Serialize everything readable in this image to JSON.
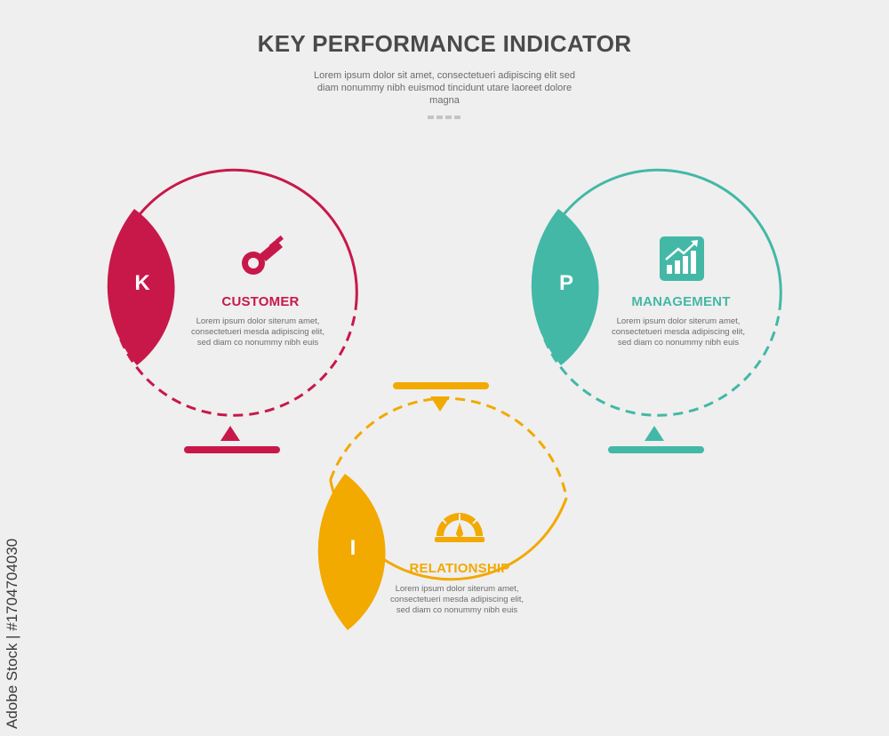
{
  "header": {
    "title": "KEY PERFORMANCE INDICATOR",
    "subtitle": "Lorem ipsum dolor sit amet, consectetueri adipiscing elit sed diam nonummy nibh euismod tincidunt utare laoreet dolore magna"
  },
  "colors": {
    "customer": "#c8184a",
    "management": "#43b8a6",
    "relationship": "#f2a900",
    "title": "#4a4a4a",
    "background": "#efefef"
  },
  "cards": [
    {
      "letter": "K",
      "title": "CUSTOMER",
      "description": "Lorem ipsum dolor siterum amet, consectetueri mesda adipiscing elit, sed diam co nonummy nibh euis",
      "icon": "key-icon"
    },
    {
      "letter": "P",
      "title": "MANAGEMENT",
      "description": "Lorem ipsum dolor siterum amet, consectetueri mesda adipiscing elit, sed diam co nonummy nibh euis",
      "icon": "chart-growth-icon"
    },
    {
      "letter": "I",
      "title": "RELATIONSHIP",
      "description": "Lorem ipsum dolor siterum amet, consectetueri mesda adipiscing elit, sed diam co nonummy nibh euis",
      "icon": "speedometer-icon"
    }
  ],
  "watermark": "Adobe Stock | #1704704030"
}
